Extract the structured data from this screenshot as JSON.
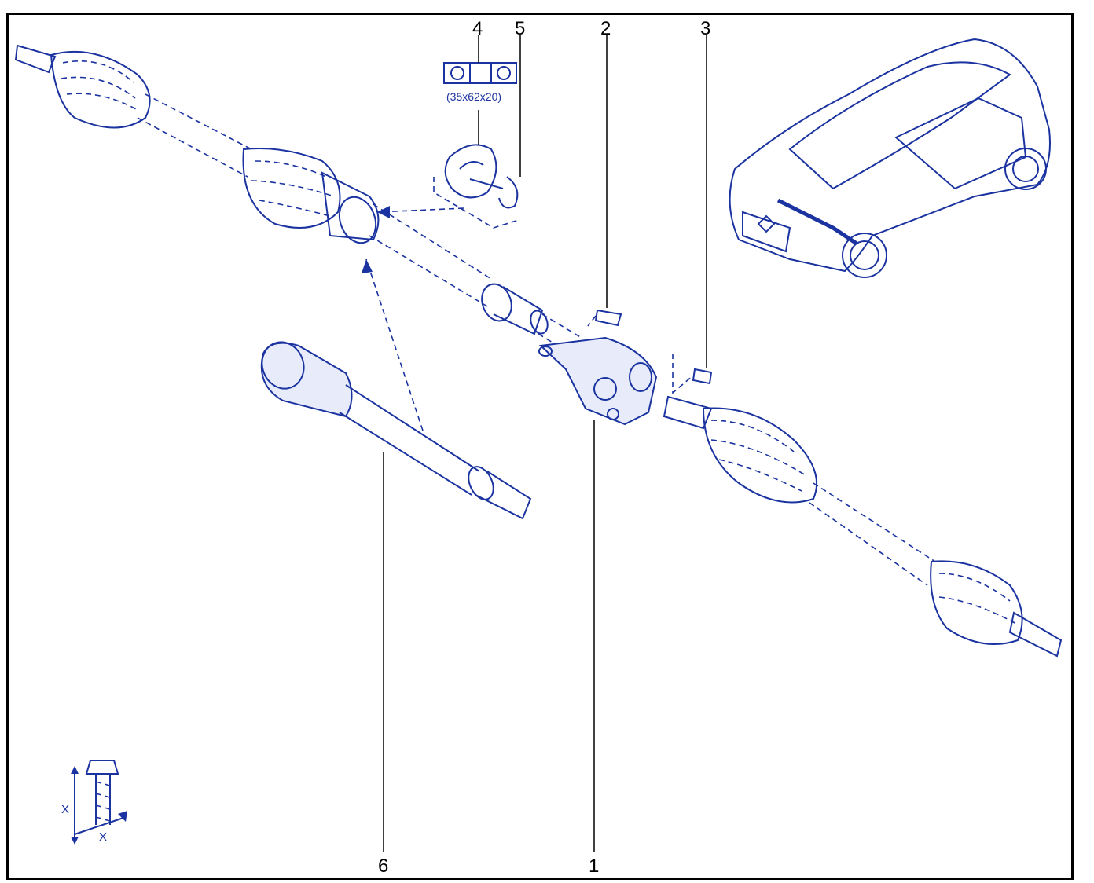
{
  "callouts": [
    {
      "id": "1",
      "label": "1"
    },
    {
      "id": "2",
      "label": "2"
    },
    {
      "id": "3",
      "label": "3"
    },
    {
      "id": "4",
      "label": "4"
    },
    {
      "id": "5",
      "label": "5"
    },
    {
      "id": "6",
      "label": "6"
    }
  ],
  "bearing_dimensions": "(35x62x20)",
  "bolt_symbol": {
    "x_label_vertical": "X",
    "x_label_horizontal": "X"
  },
  "colors": {
    "line": "#1a33a0",
    "frame": "#000000",
    "background": "#ffffff"
  }
}
